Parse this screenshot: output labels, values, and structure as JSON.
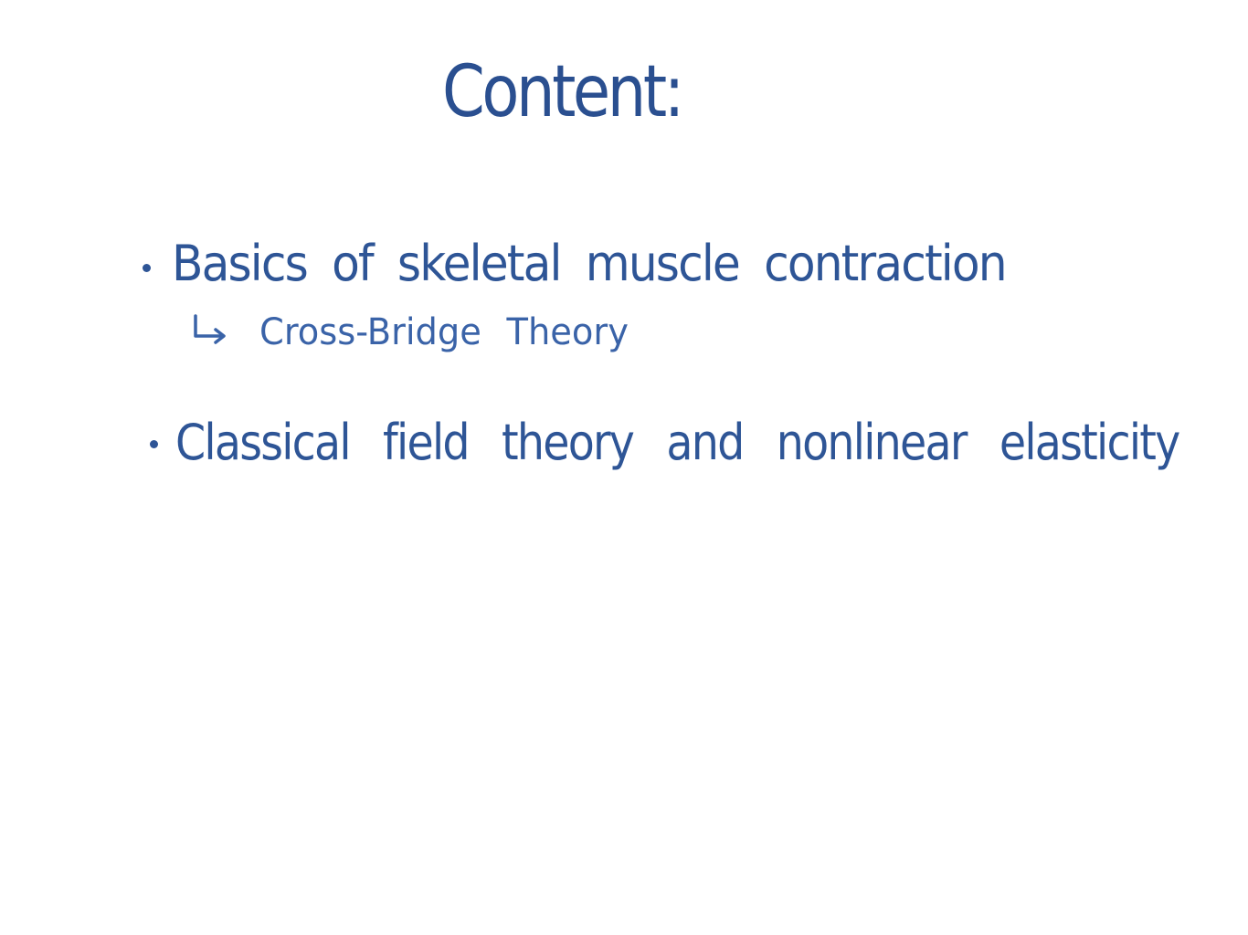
{
  "slide": {
    "title": "Content:",
    "items": [
      {
        "text": "Basics of skeletal muscle contraction",
        "subitems": [
          "Cross-Bridge Theory"
        ]
      },
      {
        "text": "Classical field theory and nonlinear elasticity"
      }
    ]
  },
  "style": {
    "ink_color": "#2e5596",
    "background": "#ffffff"
  }
}
